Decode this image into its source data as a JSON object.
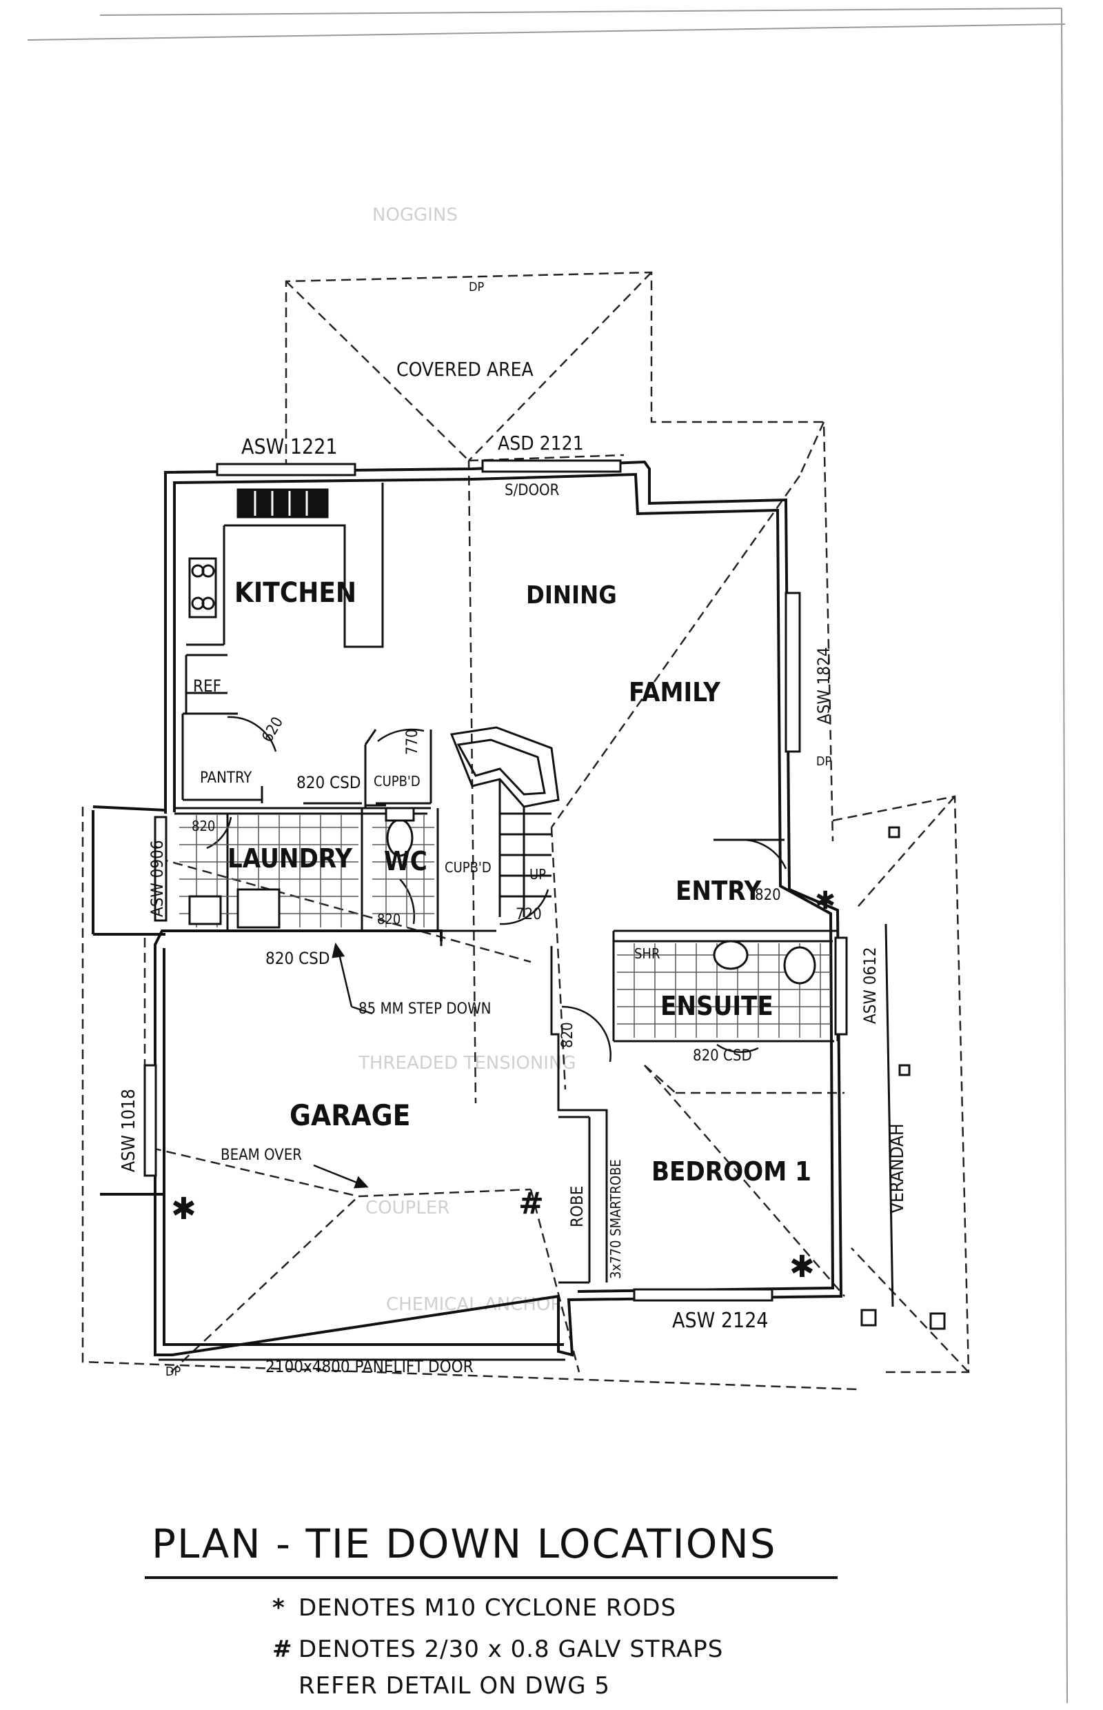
{
  "title": "PLAN - TIE DOWN LOCATIONS",
  "legend": [
    {
      "symbol": "*",
      "text": "DENOTES M10 CYCLONE RODS"
    },
    {
      "symbol": "#",
      "text": "DENOTES 2/30 x 0.8 GALV STRAPS"
    },
    {
      "symbol": "",
      "text": "REFER DETAIL ON DWG 5"
    }
  ],
  "rooms": {
    "kitchen": "KITCHEN",
    "dining": "DINING",
    "family": "FAMILY",
    "laundry": "LAUNDRY",
    "wc": "WC",
    "entry": "ENTRY",
    "ensuite": "ENSUITE",
    "garage": "GARAGE",
    "bedroom": "BEDROOM 1",
    "covered": "COVERED AREA",
    "verandah": "VERANDAH",
    "pantry": "PANTRY",
    "ref": "REF",
    "shr": "SHR",
    "robe": "ROBE"
  },
  "notes": {
    "asw1221": "ASW 1221",
    "asd2121": "ASD 2121",
    "sdoor": "S/DOOR",
    "asw1824": "ASW 1824",
    "asw0906": "ASW 0906",
    "asw0612": "ASW 0612",
    "asw1018": "ASW 1018",
    "asw2124": "ASW 2124",
    "dp_top": "DP",
    "dp_right": "DP",
    "dp_bottom": "DP",
    "d620": "620",
    "d770": "770",
    "csd820_pantry": "820 CSD",
    "cupbd_wc": "CUPB'D",
    "d820_laundry": "820",
    "d820_wc": "820",
    "cupbd_stair": "CUPB'D",
    "up": "UP",
    "d720": "720",
    "d820_entry": "820",
    "csd820_garage": "820 CSD",
    "step_down": "85 MM STEP DOWN",
    "d820_garage_side": "820",
    "csd820_ensuite": "820 CSD",
    "beam_over": "BEAM OVER",
    "smartrobe": "3x770 SMARTROBE",
    "panelift": "2100x4800 PANELIFT DOOR"
  },
  "tie_symbols": {
    "cyclone_rod": "✱",
    "strap": "#"
  }
}
